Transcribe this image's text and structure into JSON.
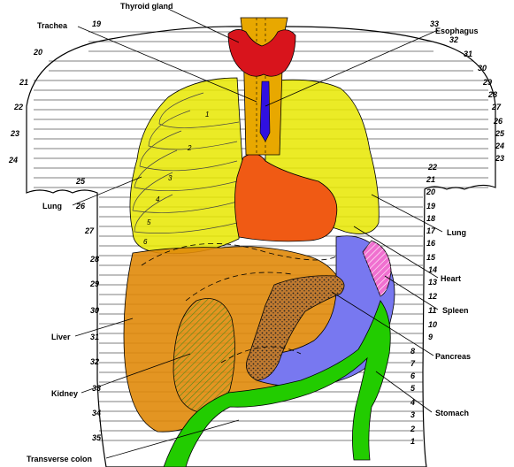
{
  "labels": {
    "thyroid": "Thyroid gland",
    "trachea": "Trachea",
    "esophagus": "Esophagus",
    "lung_left": "Lung",
    "lung_right": "Lung",
    "heart": "Heart",
    "spleen": "Spleen",
    "liver": "Liver",
    "pancreas": "Pancreas",
    "kidney": "Kidney",
    "stomach": "Stomach",
    "transverse_colon": "Transverse colon"
  },
  "left_numbers": [
    "19",
    "20",
    "21",
    "22",
    "23",
    "24",
    "25",
    "26",
    "27",
    "28",
    "29",
    "30",
    "31",
    "32",
    "33",
    "34",
    "35"
  ],
  "right_numbers": [
    "33",
    "32",
    "31",
    "30",
    "29",
    "28",
    "27",
    "26",
    "25",
    "24",
    "23",
    "22",
    "21",
    "20",
    "19",
    "18",
    "17",
    "16",
    "15",
    "14",
    "13",
    "12",
    "11",
    "10",
    "9",
    "8",
    "7",
    "6",
    "5",
    "4",
    "3",
    "2",
    "1"
  ],
  "lung_ribs": [
    "1",
    "2",
    "3",
    "4",
    "5",
    "6"
  ],
  "colors": {
    "thyroid": "#d8141c",
    "trachea": "#e8a800",
    "esophagus": "#3010e0",
    "lung": "#e8e800",
    "heart": "#f05a14",
    "liver": "#e08a0a",
    "stomach": "#7878f0",
    "spleen": "#f070d0",
    "pancreas": "#c07a30",
    "colon": "#22cc00",
    "outline": "#000000"
  }
}
